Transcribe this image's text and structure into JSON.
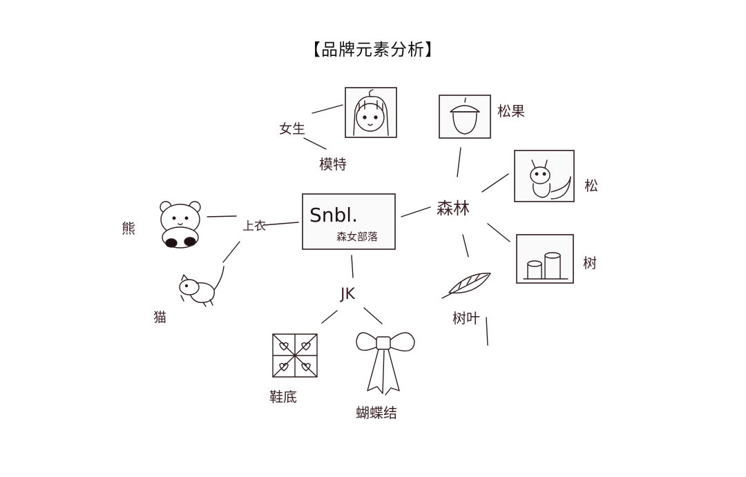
{
  "title": "【品牌元素分析】",
  "center": {
    "brand": "Snbl.",
    "subtitle": "森女部落"
  },
  "branches": {
    "top": "上衣",
    "forest": "森林",
    "jk": "JK"
  },
  "labels": {
    "girl": "女生",
    "model": "模特",
    "bear": "熊",
    "cat": "猫",
    "acorn": "松果",
    "squirrel": "松",
    "stump": "树",
    "leaf": "树叶",
    "shoes": "鞋底",
    "bow": "蝴蝶结"
  }
}
